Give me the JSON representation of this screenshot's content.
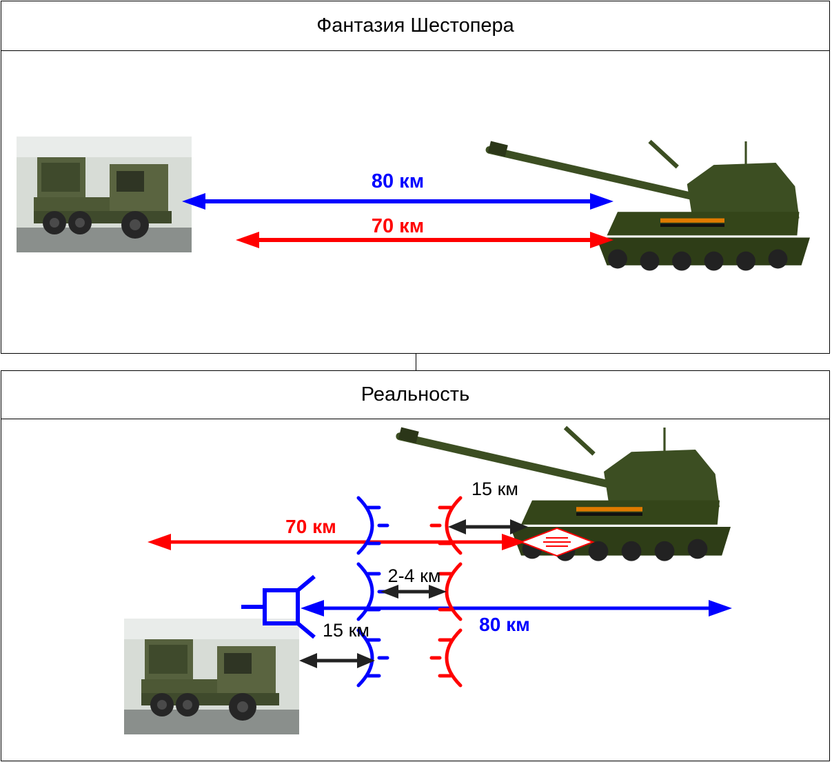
{
  "top_panel": {
    "title": "Фантазия Шестопера",
    "blue_range_label": "80 км",
    "red_range_label": "70 км"
  },
  "bottom_panel": {
    "title": "Реальность",
    "red_range_label": "70 км",
    "blue_range_label": "80 км",
    "red_front_gap_label": "15 км",
    "lines_gap_label": "2-4 км",
    "blue_front_gap_label": "15 км"
  },
  "colors": {
    "blue": "#0000ff",
    "red": "#ff0000",
    "dark": "#222222",
    "truck_green": "#4a5634",
    "howitzer_green": "#3c4e22"
  },
  "icons": [
    "himars-truck-image",
    "msta-howitzer-image",
    "nato-unit-symbol",
    "red-battalion-symbol",
    "defense-line-bracket"
  ]
}
